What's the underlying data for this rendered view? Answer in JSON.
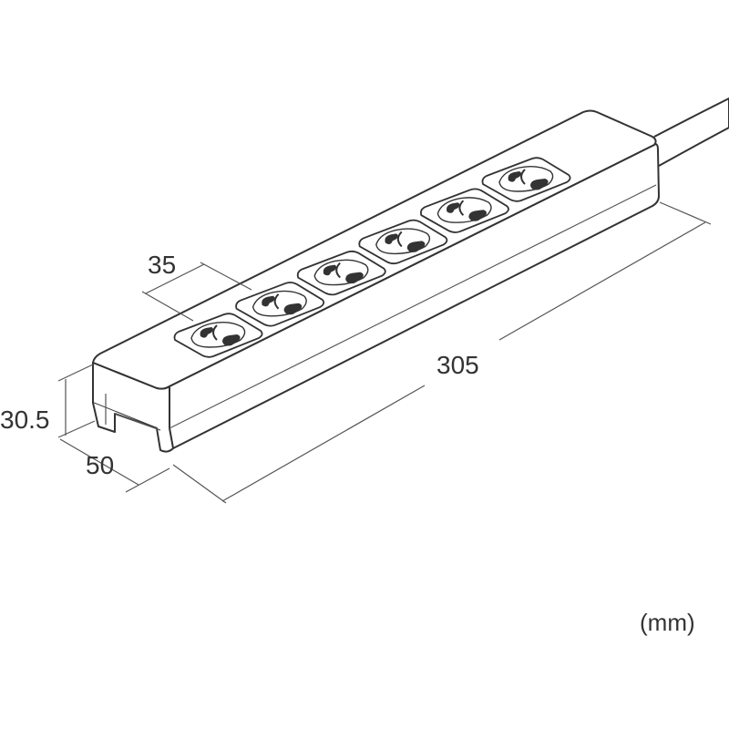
{
  "dimensions": {
    "length": "305",
    "socket_pitch": "35",
    "height": "30.5",
    "depth": "50"
  },
  "unit_label": "(mm)",
  "socket_count": 6,
  "colors": {
    "outline": "#333333",
    "dimension_line": "#555555",
    "text": "#333333",
    "background": "#ffffff"
  }
}
